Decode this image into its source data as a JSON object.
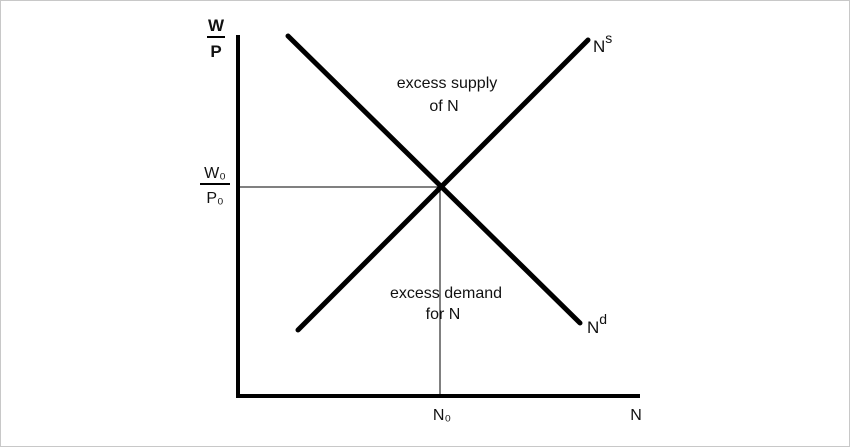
{
  "y_axis_label": {
    "numerator": "W",
    "denominator": "P"
  },
  "x_axis_label": "N",
  "equilibrium_y_label": {
    "numerator": "W₀",
    "denominator": "P₀"
  },
  "equilibrium_x_label": "N₀",
  "supply_curve_label": {
    "base": "N",
    "superscript": "s"
  },
  "demand_curve_label": {
    "base": "N",
    "superscript": "d"
  },
  "excess_supply_text": {
    "line1": "excess supply",
    "line2": "of N"
  },
  "excess_demand_text": {
    "line1": "excess demand",
    "line2": "for N"
  },
  "colors": {
    "lines": "#000000",
    "background": "#ffffff",
    "frame": "#c8c8c8"
  }
}
